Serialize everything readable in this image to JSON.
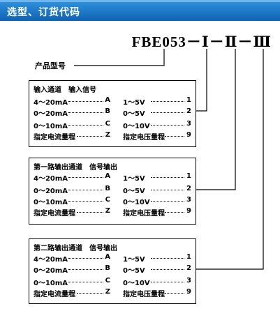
{
  "header": {
    "title": "选型、订货代码"
  },
  "model_code": "FBE053－Ⅰ－Ⅱ－Ⅲ",
  "product_label": "产品型号",
  "boxes": [
    {
      "title": "输入通道　输入信号",
      "rows": [
        {
          "left_text": "4～20mA",
          "left_code": "A",
          "right_text": "1～5V",
          "right_code": "1"
        },
        {
          "left_text": "0～20mA",
          "left_code": "B",
          "right_text": "0～5V",
          "right_code": "2"
        },
        {
          "left_text": "0～10mA",
          "left_code": "C",
          "right_text": "0～10V",
          "right_code": "3"
        },
        {
          "left_text": "指定电流量程",
          "left_code": "Z",
          "right_text": "指定电压量程",
          "right_code": "9"
        }
      ]
    },
    {
      "title": "第一路输出通道　信号输出",
      "rows": [
        {
          "left_text": "4～20mA",
          "left_code": "A",
          "right_text": "1～5V",
          "right_code": "1"
        },
        {
          "left_text": "0～20mA",
          "left_code": "B",
          "right_text": "0～5V",
          "right_code": "2"
        },
        {
          "left_text": "0～10mA",
          "left_code": "C",
          "right_text": "0～10V",
          "right_code": "3"
        },
        {
          "left_text": "指定电流量程",
          "left_code": "Z",
          "right_text": "指定电压量程",
          "right_code": "9"
        }
      ]
    },
    {
      "title": "第二路输出通道　信号输出",
      "rows": [
        {
          "left_text": "4～20mA",
          "left_code": "A",
          "right_text": "1～5V",
          "right_code": "1"
        },
        {
          "left_text": "0～20mA",
          "left_code": "B",
          "right_text": "0～5V",
          "right_code": "2"
        },
        {
          "left_text": "0～10mA",
          "left_code": "C",
          "right_text": "0～10V",
          "right_code": "3"
        },
        {
          "left_text": "指定电流量程",
          "left_code": "Z",
          "right_text": "指定电压量程",
          "right_code": "9"
        }
      ]
    }
  ],
  "colors": {
    "header_top": "#2d8ed9",
    "header_bottom": "#0f63b2",
    "header_text": "#ffffff",
    "line": "#000000"
  }
}
